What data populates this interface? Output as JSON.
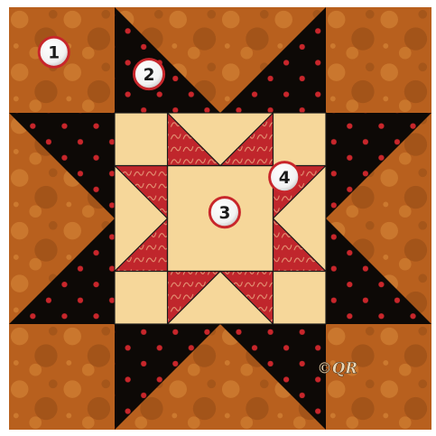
{
  "block": {
    "colors": {
      "background_fabric": "#b8601e",
      "background_fabric_light": "#d98b3a",
      "background_fabric_dark": "#8a4514",
      "star_points": "#0d0906",
      "dots": "#c8262b",
      "center_light": "#f6d79a",
      "inner_star": "#c0262c",
      "inner_star_pattern": "#e8a07c",
      "outline": "#1a1a1a"
    }
  },
  "markers": [
    {
      "label": "1"
    },
    {
      "label": "2"
    },
    {
      "label": "3"
    },
    {
      "label": "4"
    }
  ],
  "watermark": {
    "text": "©QR"
  }
}
